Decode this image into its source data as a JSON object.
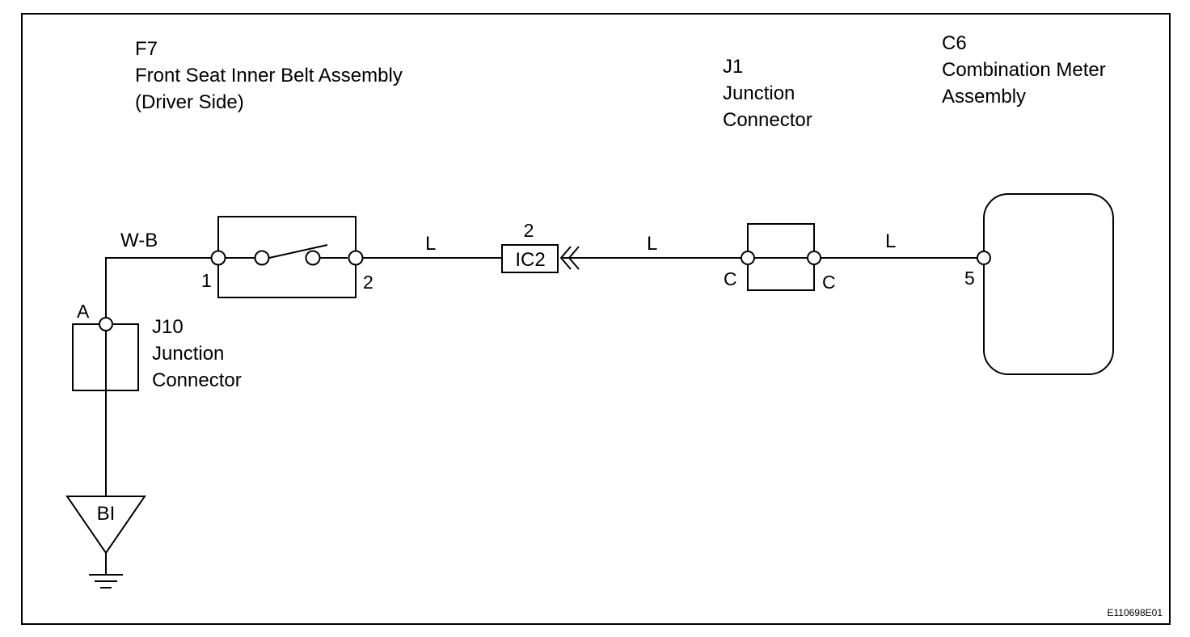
{
  "components": {
    "f7": {
      "code": "F7",
      "name_line1": "Front Seat Inner Belt Assembly",
      "name_line2": "(Driver Side)",
      "pin_left": "1",
      "pin_right": "2"
    },
    "j1": {
      "code": "J1",
      "name_line1": "Junction",
      "name_line2": "Connector",
      "pin_left": "C",
      "pin_right": "C"
    },
    "c6": {
      "code": "C6",
      "name_line1": "Combination Meter",
      "name_line2": "Assembly",
      "pin": "5"
    },
    "j10": {
      "code": "J10",
      "name_line1": "Junction",
      "name_line2": "Connector",
      "pin": "A"
    },
    "ic2": {
      "label": "IC2",
      "pin": "2"
    },
    "ground": {
      "label": "BI"
    }
  },
  "wires": {
    "ground_wire": "W-B",
    "wire_f7_ic2": "L",
    "wire_ic2_j1": "L",
    "wire_j1_c6": "L"
  },
  "figure_code": "E110698E01",
  "colors": {
    "line": "#000000",
    "background": "#ffffff"
  }
}
